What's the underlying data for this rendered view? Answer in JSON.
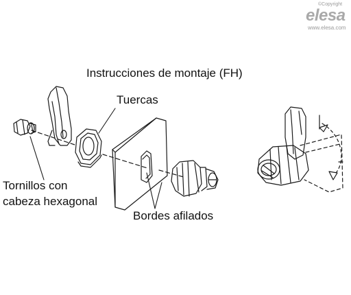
{
  "brand": {
    "copyright": "©Copyright",
    "logo": "elesa",
    "url": "www.elesa.com"
  },
  "title": "Instrucciones de montaje (FH)",
  "labels": {
    "nuts": "Tuercas",
    "screws_line1": "Tornillos con",
    "screws_line2": "cabeza hexagonal",
    "edges": "Bordes afilados"
  },
  "colors": {
    "line": "#1a1a1a",
    "logo": "#a9a9a9"
  }
}
